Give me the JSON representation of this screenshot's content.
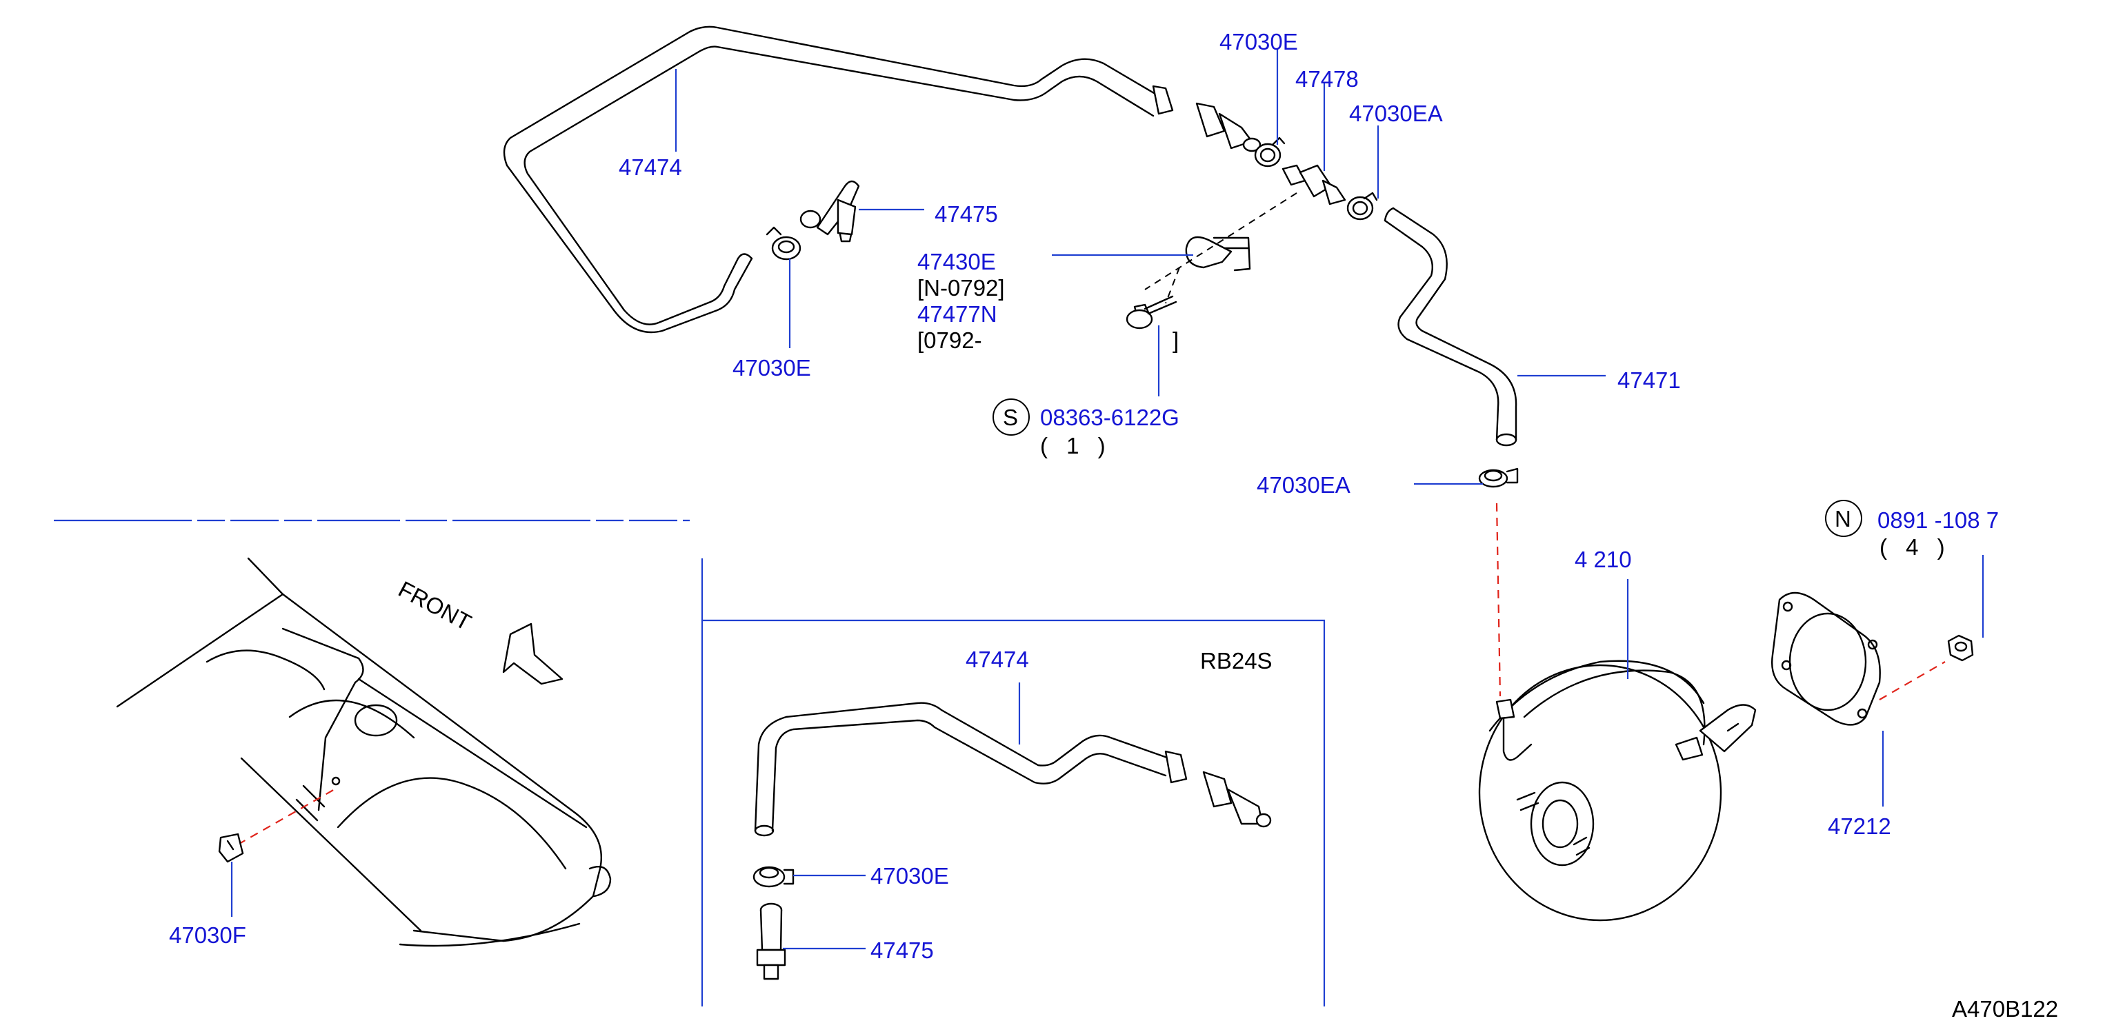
{
  "colors": {
    "callout": "#1515d4",
    "leader": "#1f3fd1",
    "installation_line": "#e0241b",
    "drawing": "#000000"
  },
  "labels": {
    "p47474_top": "47474",
    "p47030E_top": "47030E",
    "p47478": "47478",
    "p47030EA_top": "47030EA",
    "p47475_top": "47475",
    "p47430E": "47430E",
    "note_N0792": "[N-0792]",
    "p47477N": "47477N",
    "note_0792": "[0792-",
    "bracket_close": "]",
    "p47030E_left": "47030E",
    "p47471": "47471",
    "bolt_symbol": "S",
    "bolt_part": "08363-6122G",
    "bolt_qty": "( 1 )",
    "p47030EA_mid": "47030EA",
    "nut_symbol": "N",
    "nut_part": "0891 -108 7",
    "nut_qty": "( 4 )",
    "p47210": "4 210",
    "p47212": "47212",
    "front": "FRONT",
    "p47030F": "47030F",
    "p47474_inset": "47474",
    "engine_code": "RB24S",
    "p47030E_inset": "47030E",
    "p47475_inset": "47475",
    "figure_code": "A470B122"
  }
}
